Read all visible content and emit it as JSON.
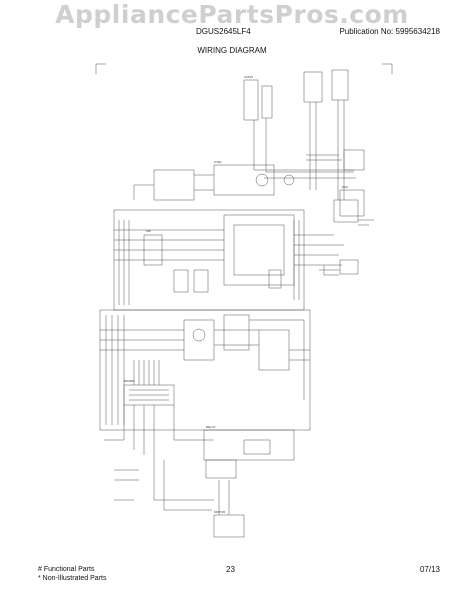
{
  "watermark": "AppliancePartsPros.com",
  "header": {
    "model": "DGUS2645LF4",
    "publication": "Publication No:  5995634218",
    "title": "WIRING DIAGRAM"
  },
  "footer": {
    "functional_parts": "# Functional Parts",
    "non_illustrated_parts": "* Non-Illustrated Parts",
    "page_number": "23",
    "date": "07/13"
  },
  "colors": {
    "line": "#555555",
    "text": "#111111",
    "watermark": "#cfcfcf"
  }
}
